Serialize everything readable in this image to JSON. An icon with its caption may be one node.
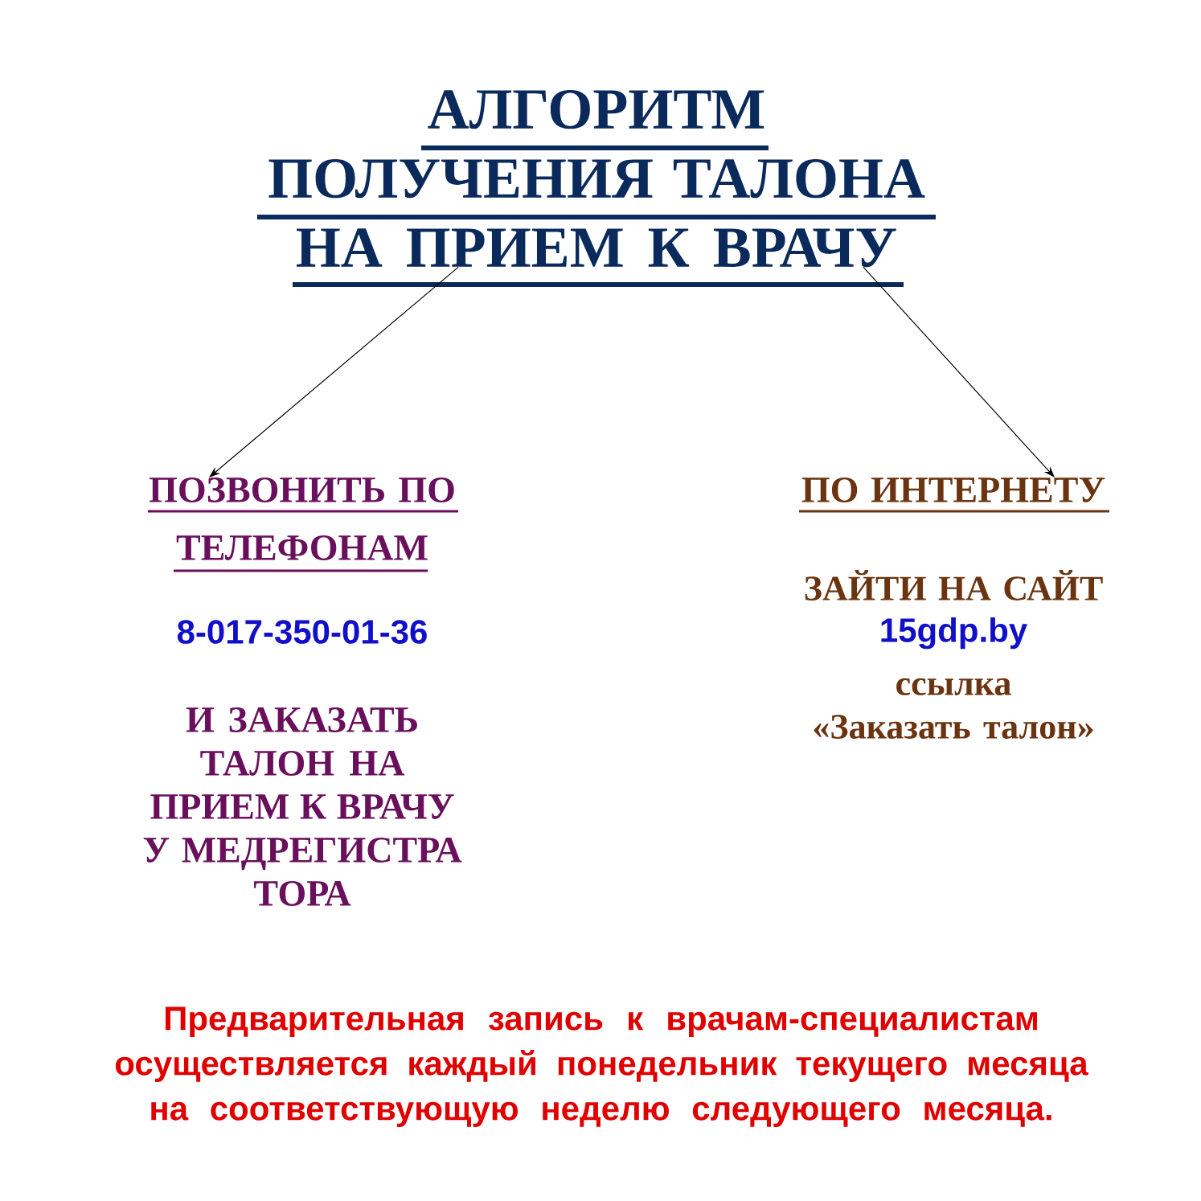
{
  "diagram": {
    "nodes": [
      {
        "text": [
          "АЛГОРИТМ ПОЛУЧЕНИЯ ТАЛОНА НА ПРИЕМ К ВРАЧУ"
        ]
      },
      {
        "text": [
          "ПОЗВОНИТЬ ПО ТЕЛЕФОНАМ",
          "8-017-350-01-36",
          "И ЗАКАЗАТЬ ТАЛОН НА ПРИЕМ К ВРАЧУ У МЕДРЕГИСТРА ТОРА"
        ]
      },
      {
        "text": [
          "ПО ИНТЕРНЕТУ",
          "ЗАЙТИ НА САЙТ",
          "15gdp.by",
          "ссылка «Заказать талон»"
        ]
      }
    ],
    "edges": [
      {
        "from": 0,
        "to": 1,
        "arrow": "to"
      },
      {
        "from": 0,
        "to": 2,
        "arrow": "to"
      }
    ],
    "labels": [
      "Предварительная запись  к врачам-специалистам осуществляется каждый понедельник текущего месяца на соответствующую неделю следующего месяца."
    ]
  }
}
